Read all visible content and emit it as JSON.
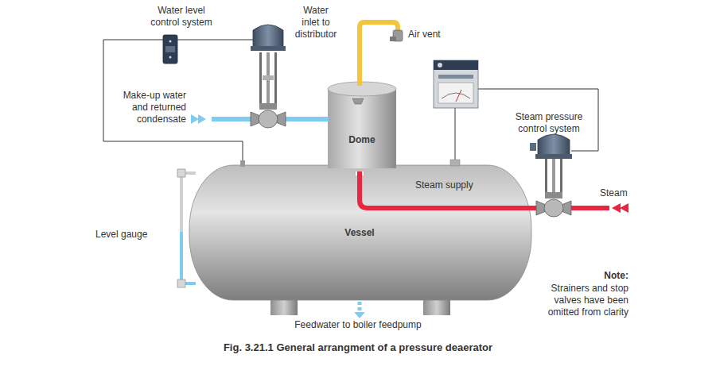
{
  "diagram": {
    "caption": "Fig. 3.21.1 General arrangment of a pressure deaerator",
    "nodes": [
      {
        "text": [
          "Dome"
        ]
      },
      {
        "text": [
          "Vessel"
        ]
      }
    ],
    "labels": [
      "Water level control system",
      "Water inlet to distributor",
      "Air vent",
      "Make-up water and returned condensate",
      "Steam pressure control system",
      "Steam supply",
      "Steam",
      "Level gauge",
      "Feedwater to boiler feedpump",
      "Note:",
      "Strainers and stop valves have been omitted from clarity"
    ]
  }
}
